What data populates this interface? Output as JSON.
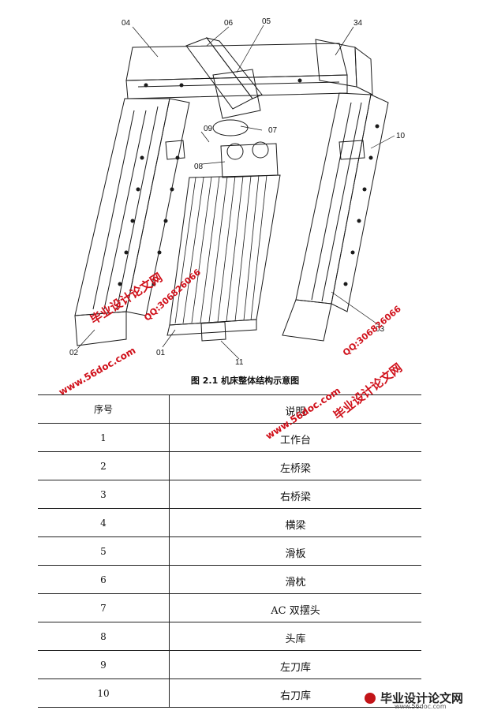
{
  "figure": {
    "callouts": [
      "04",
      "06",
      "05",
      "34",
      "10",
      "07",
      "09",
      "08",
      "02",
      "01",
      "11",
      "03"
    ]
  },
  "caption": "图 2.1  机床整体结构示意图",
  "table": {
    "headers": [
      "序号",
      "说明"
    ],
    "rows": [
      [
        "1",
        "工作台"
      ],
      [
        "2",
        "左桥梁"
      ],
      [
        "3",
        "右桥梁"
      ],
      [
        "4",
        "横梁"
      ],
      [
        "5",
        "滑板"
      ],
      [
        "6",
        "滑枕"
      ],
      [
        "7",
        "AC 双摆头"
      ],
      [
        "8",
        "头库"
      ],
      [
        "9",
        "左刀库"
      ],
      [
        "10",
        "右刀库"
      ]
    ]
  },
  "watermarks": {
    "site_name": "毕业设计论文网",
    "url": "www.56doc.com",
    "qq": "QQ:306826066"
  },
  "footer": {
    "logo": "毕业设计论文网",
    "url": "www.56doc.com"
  },
  "colors": {
    "watermark": "#d0101a",
    "ink": "#111111"
  }
}
